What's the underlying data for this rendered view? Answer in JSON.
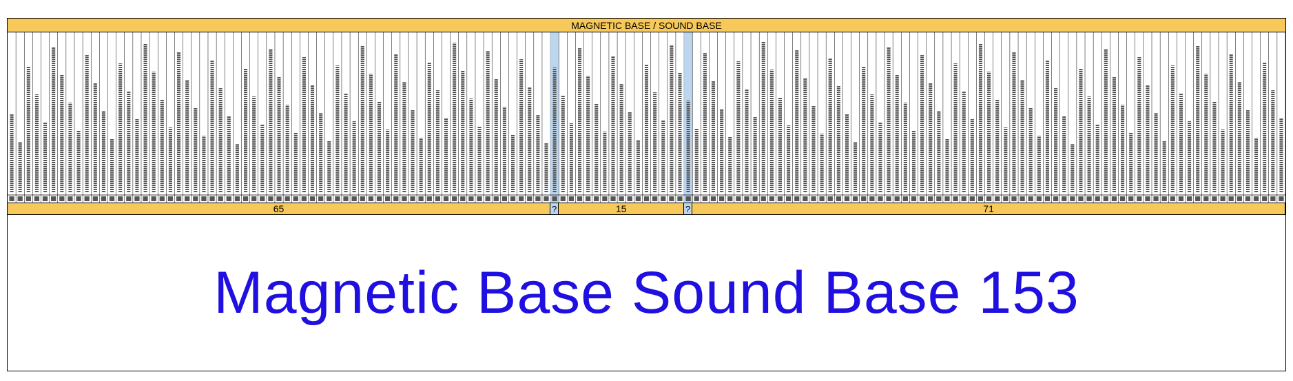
{
  "sheet": {
    "title": "MAGNETIC BASE / SOUND BASE",
    "caption": "Magnetic Base Sound Base 153"
  },
  "summary": {
    "segments": [
      {
        "label": "65",
        "columns": 65,
        "highlight": false
      },
      {
        "label": "?",
        "columns": 1,
        "highlight": true
      },
      {
        "label": "15",
        "columns": 15,
        "highlight": false
      },
      {
        "label": "?",
        "columns": 1,
        "highlight": true
      },
      {
        "label": "71",
        "columns": 71,
        "highlight": false
      }
    ]
  },
  "colors": {
    "header_fill": "#f7c85a",
    "highlight_fill": "#bcd6ee",
    "caption_text": "#1f0fe0",
    "grid_line": "#000000",
    "text_line": "#555555"
  }
}
